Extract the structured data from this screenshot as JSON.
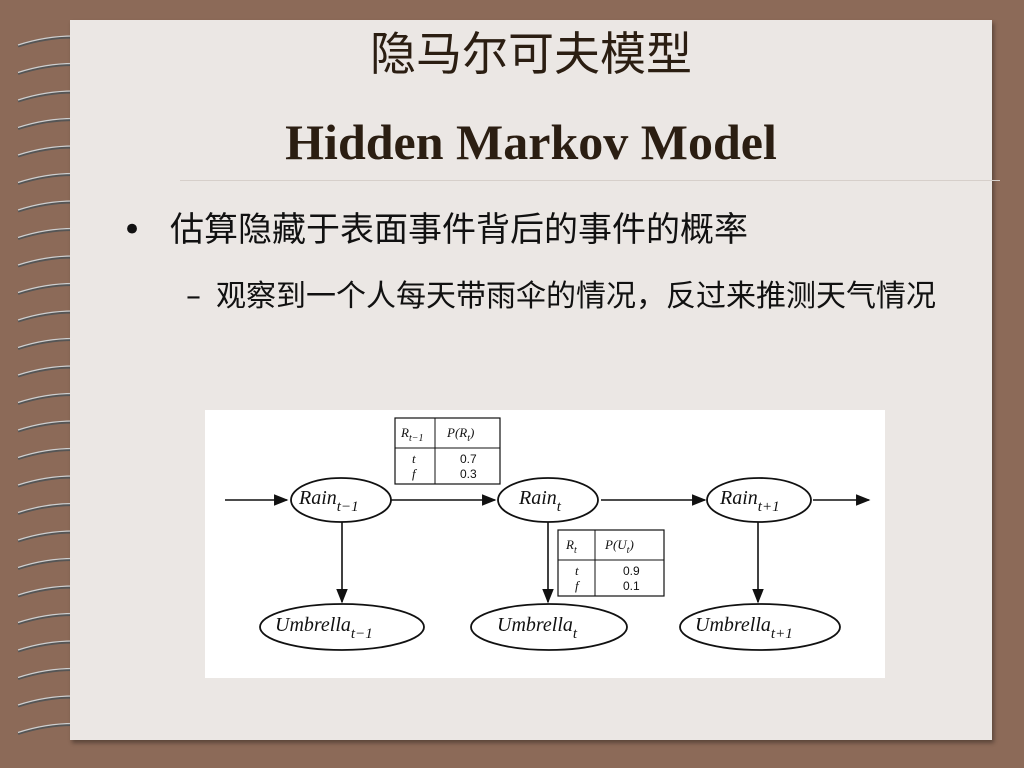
{
  "slide": {
    "title_cn": "隐马尔可夫模型",
    "title_en": "Hidden Markov Model",
    "bullet": "估算隐藏于表面事件背后的事件的概率",
    "sub_bullet": "观察到一个人每天带雨伞的情况，反过来推测天气情况",
    "bullet_marker": "•",
    "sub_marker": "–"
  },
  "diagram": {
    "rain_nodes": [
      {
        "base": "Rain",
        "sub": "t−1"
      },
      {
        "base": "Rain",
        "sub": "t"
      },
      {
        "base": "Rain",
        "sub": "t+1"
      }
    ],
    "umbrella_nodes": [
      {
        "base": "Umbrella",
        "sub": "t−1"
      },
      {
        "base": "Umbrella",
        "sub": "t"
      },
      {
        "base": "Umbrella",
        "sub": "t+1"
      }
    ],
    "transition_table": {
      "headers": [
        "R",
        "t−1",
        "P(R",
        "t",
        ")"
      ],
      "rows": [
        [
          "t",
          "0.7"
        ],
        [
          "f",
          "0.3"
        ]
      ]
    },
    "sensor_table": {
      "headers": [
        "R",
        "t",
        "P(U",
        "t",
        ")"
      ],
      "rows": [
        [
          "t",
          "0.9"
        ],
        [
          "f",
          "0.1"
        ]
      ]
    }
  }
}
